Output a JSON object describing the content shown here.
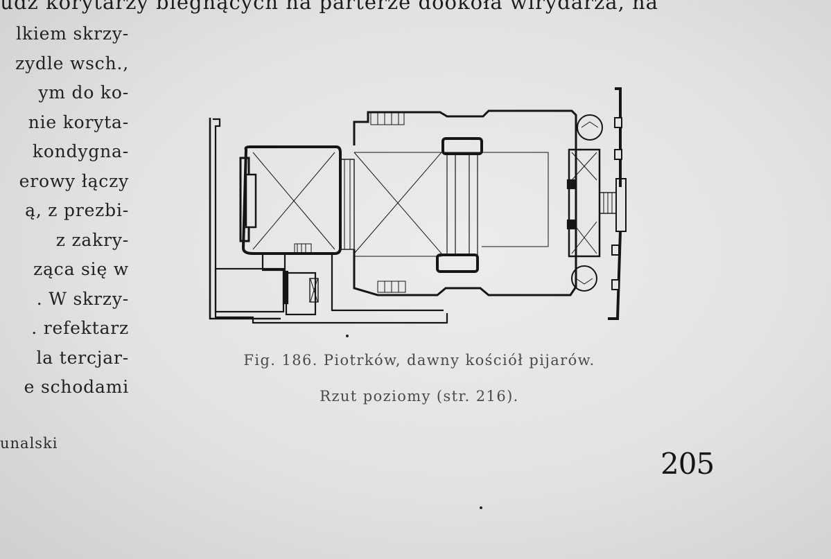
{
  "running_text_top": "ludz korytarzy biegnących na parterze dookoła wirydarza, na",
  "left_column": [
    "lkiem skrzy-",
    "zydle wsch.,",
    "ym do ko-",
    "nie koryta-",
    "kondygna-",
    "erowy łączy",
    "ą, z prezbi-",
    "z zakry-",
    "ząca się w",
    ". W skrzy-",
    ". refektarz",
    "la tercjar-",
    "e schodami"
  ],
  "author_fragment": "unalski",
  "figure": {
    "caption_line1": "Fig. 186. Piotrków, dawny kościół pijarów.",
    "caption_line2": "Rzut poziomy (str. 216)."
  },
  "page_number": "205"
}
